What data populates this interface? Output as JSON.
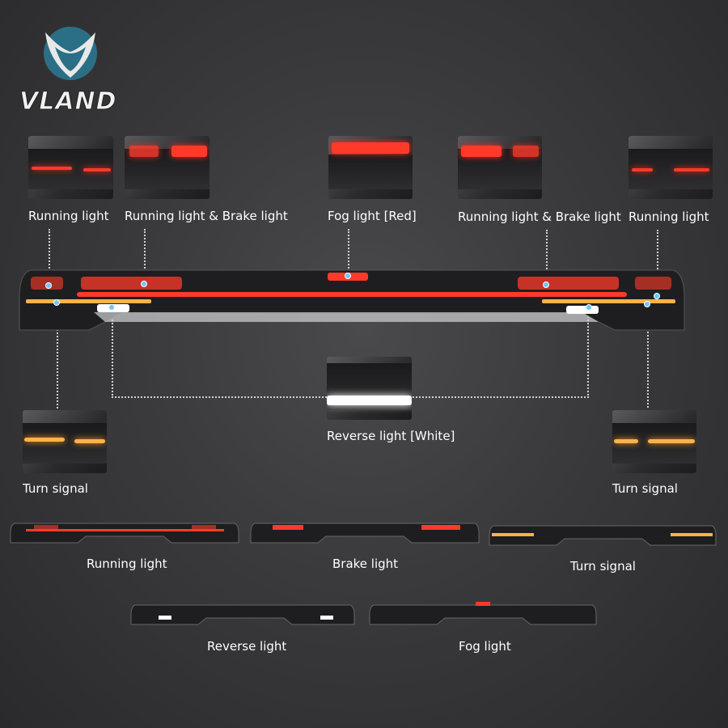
{
  "brand": {
    "name": "VLAND"
  },
  "callouts": {
    "top": [
      "Running light",
      "Running light & Brake light",
      "Fog light [Red]",
      "Running light & Brake light",
      "Running light"
    ],
    "reverse": "Reverse light [White]",
    "turn_left": "Turn signal",
    "turn_right": "Turn signal"
  },
  "modes": [
    "Running light",
    "Brake light",
    "Turn signal",
    "Reverse light",
    "Fog light"
  ],
  "colors": {
    "red": "#ff3a2a",
    "amber": "#ffb24a",
    "white": "#ffffff",
    "marker": "#6ec7ff"
  }
}
